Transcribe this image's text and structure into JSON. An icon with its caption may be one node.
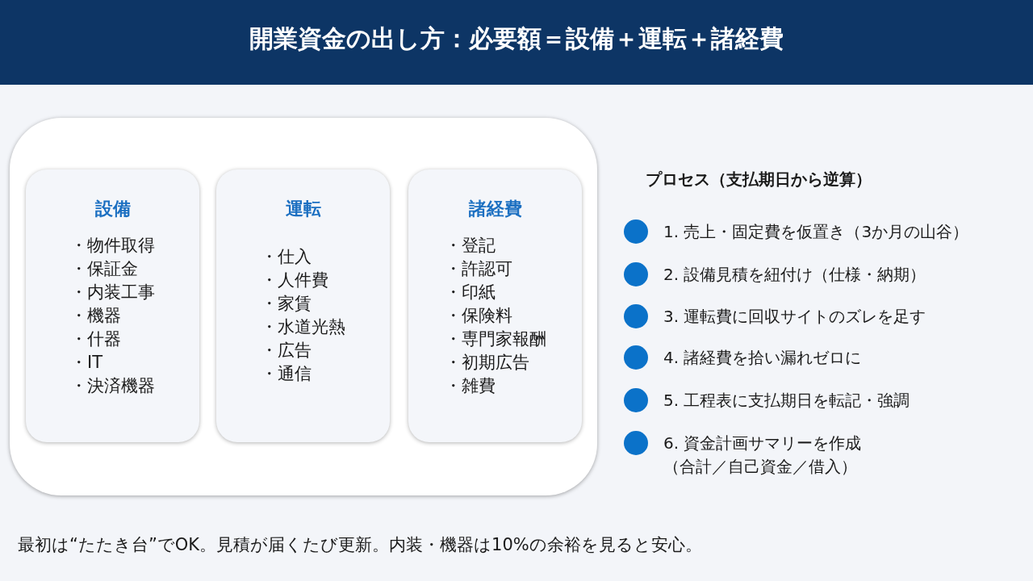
{
  "diagram": {
    "title": "開業資金の出し方：必要額＝設備＋運転＋諸経費",
    "nodes": [
      {
        "text": [],
        "shape": "box"
      },
      {
        "text": [
          "設備",
          "・物件取得",
          "・保証金",
          "・内装工事",
          "・機器",
          "・什器",
          "・IT",
          "・決済機器"
        ],
        "in": 0
      },
      {
        "text": [
          "運転",
          "・仕入",
          "・人件費",
          "・家賃",
          "・水道光熱",
          "・広告",
          "・通信"
        ],
        "in": 0
      },
      {
        "text": [
          "諸経費",
          "・登記",
          "・許認可",
          "・印紙",
          "・保険料",
          "・専門家報酬",
          "・初期広告",
          "・雑費"
        ],
        "in": 0
      }
    ],
    "labels": [
      "プロセス（支払期日から逆算）",
      "1. 売上・固定費を仮置き（3か月の山谷）",
      "2. 設備見積を紐付け（仕様・納期）",
      "3. 運転費に回収サイトのズレを足す",
      "4. 諸経費を拾い漏れゼロに",
      "5. 工程表に支払期日を転記・強調",
      "6. 資金計画サマリーを作成（合計／自己資金／借入）",
      "最初は“たたき台”でOK。見積が届くたび更新。内装・機器は10%の余裕を見ると安心。"
    ]
  }
}
